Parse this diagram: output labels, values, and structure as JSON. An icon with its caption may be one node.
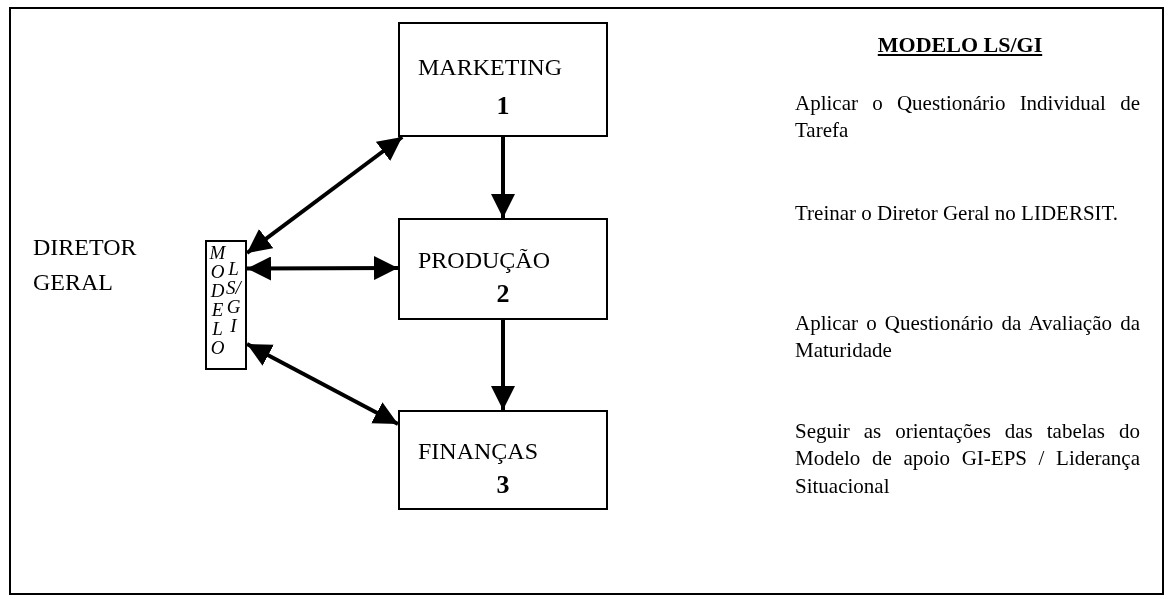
{
  "diagram": {
    "title": "MODELO LS/GI",
    "nodes": [
      {
        "text": [
          "MODELO",
          "LS/GI"
        ],
        "beside": [
          "DIRETOR GERAL"
        ]
      },
      {
        "text": [
          "MARKETING",
          "1"
        ]
      },
      {
        "text": [
          "PRODUÇÃO",
          "2"
        ]
      },
      {
        "text": [
          "FINANÇAS",
          "3"
        ]
      }
    ],
    "edges": [
      {
        "from": 0,
        "to": 1,
        "arrow": "both"
      },
      {
        "from": 0,
        "to": 2,
        "arrow": "both"
      },
      {
        "from": 0,
        "to": 3,
        "arrow": "both"
      },
      {
        "from": 1,
        "to": 2,
        "arrow": "to"
      },
      {
        "from": 2,
        "to": 3,
        "arrow": "to"
      }
    ],
    "labels": [
      "Aplicar o Questionário Individual de Tarefa",
      "Treinar o Diretor Geral no LIDERSIT.",
      "Aplicar o Questionário da Avaliação da Maturidade",
      "Seguir as orientações das tabelas do Modelo de apoio GI-EPS / Liderança Situacional"
    ]
  }
}
